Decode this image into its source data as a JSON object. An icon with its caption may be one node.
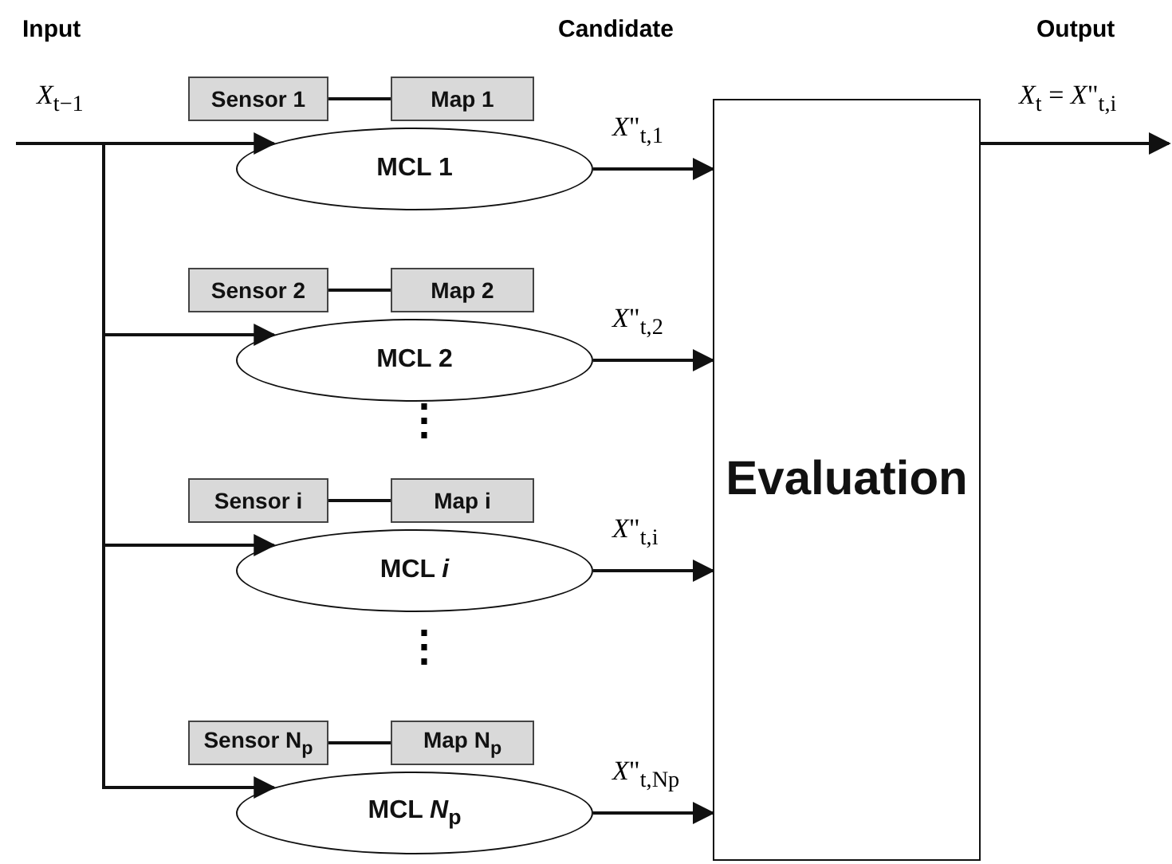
{
  "diagram": {
    "nodes": [
      {
        "text": [
          "Sensor 1"
        ]
      },
      {
        "text": [
          "Map 1"
        ]
      },
      {
        "text": [
          "MCL 1"
        ]
      },
      {
        "text": [
          "Sensor 2"
        ]
      },
      {
        "text": [
          "Map 2"
        ]
      },
      {
        "text": [
          "MCL 2"
        ]
      },
      {
        "text": [
          "Sensor i"
        ]
      },
      {
        "text": [
          "Map i"
        ]
      },
      {
        "text": [
          "MCL *i*"
        ]
      },
      {
        "text": [
          "Sensor N$_{p}$"
        ]
      },
      {
        "text": [
          "Map N$_{p}$"
        ]
      },
      {
        "text": [
          "MCL *N*$_{p}$"
        ]
      },
      {
        "text": [
          "Evaluation"
        ]
      }
    ],
    "edges": [
      {
        "from": null,
        "to": 2,
        "arrow": "to",
        "label": "*X*$_{t−1}$"
      },
      {
        "from": null,
        "to": 5,
        "arrow": "to"
      },
      {
        "from": null,
        "to": 8,
        "arrow": "to"
      },
      {
        "from": null,
        "to": 11,
        "arrow": "to"
      },
      {
        "from": 0,
        "to": 1,
        "arrow": "none"
      },
      {
        "from": 3,
        "to": 4,
        "arrow": "none"
      },
      {
        "from": 6,
        "to": 7,
        "arrow": "none"
      },
      {
        "from": 9,
        "to": 10,
        "arrow": "none"
      },
      {
        "from": 2,
        "to": 12,
        "arrow": "to",
        "label": "*X*\"$_{t,1}$"
      },
      {
        "from": 5,
        "to": 12,
        "arrow": "to",
        "label": "*X*\"$_{t,2}$"
      },
      {
        "from": 8,
        "to": 12,
        "arrow": "to",
        "label": "*X*\"$_{t,i}$"
      },
      {
        "from": 11,
        "to": 12,
        "arrow": "to",
        "label": "*X*\"$_{t,Np}$"
      },
      {
        "from": 12,
        "to": null,
        "arrow": "to",
        "label": "*X*$_{t}$ = *X*\"$_{t,i}$"
      }
    ],
    "labels": [
      "Input",
      "Candidate",
      "Output",
      "⋮",
      "⋮"
    ]
  }
}
